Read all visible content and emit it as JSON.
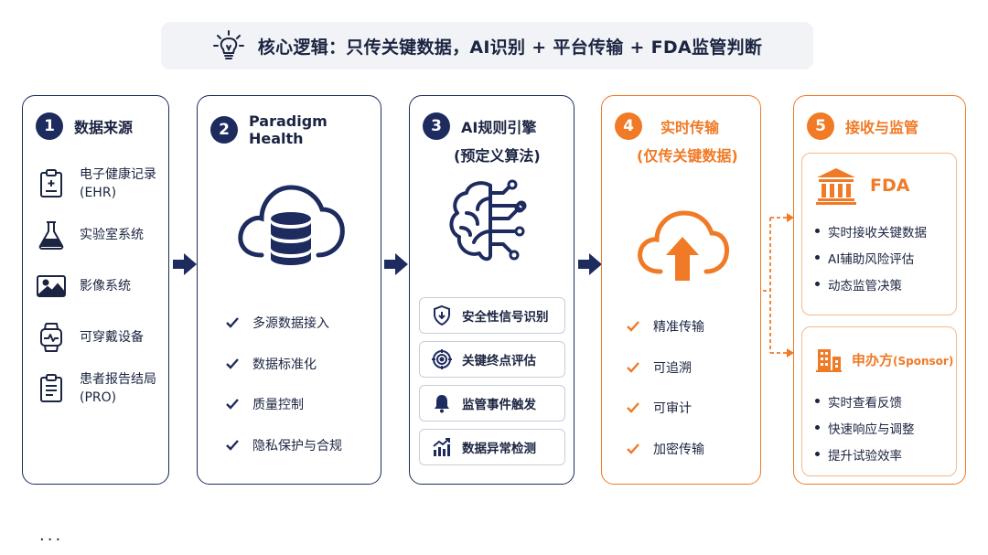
{
  "banner": {
    "text": "核心逻辑：只传关键数据，AI识别 + 平台传输 + FDA监管判断"
  },
  "columns": {
    "c1": {
      "num": "1",
      "title": "数据来源",
      "items": [
        {
          "icon": "clipboard-ehr-icon",
          "label": "电子健康记录\n(EHR)"
        },
        {
          "icon": "flask-icon",
          "label": "实验室系统"
        },
        {
          "icon": "image-icon",
          "label": "影像系统"
        },
        {
          "icon": "smartwatch-icon",
          "label": "可穿戴设备"
        },
        {
          "icon": "report-clipboard-icon",
          "label": "患者报告结局\n(PRO)"
        }
      ],
      "more": "···"
    },
    "c2": {
      "num": "2",
      "title": "Paradigm Health",
      "icon": "cloud-database-icon",
      "checks": [
        "多源数据接入",
        "数据标准化",
        "质量控制",
        "隐私保护与合规"
      ]
    },
    "c3": {
      "num": "3",
      "title_line1": "AI规则引擎",
      "title_line2": "(预定义算法)",
      "icon": "ai-brain-icon",
      "features": [
        {
          "icon": "shield-icon",
          "label": "安全性信号识别"
        },
        {
          "icon": "target-icon",
          "label": "关键终点评估"
        },
        {
          "icon": "bell-icon",
          "label": "监管事件触发"
        },
        {
          "icon": "chart-trend-icon",
          "label": "数据异常检测"
        }
      ]
    },
    "c4": {
      "num": "4",
      "title_line1": "实时传输",
      "title_line2": "(仅传关键数据)",
      "icon": "cloud-upload-icon",
      "checks": [
        "精准传输",
        "可追溯",
        "可审计",
        "加密传输"
      ]
    },
    "c5": {
      "num": "5",
      "title": "接收与监管",
      "fda": {
        "icon": "government-building-icon",
        "title": "FDA",
        "bullets": [
          "实时接收关键数据",
          "AI辅助风险评估",
          "动态监管决策"
        ]
      },
      "sponsor": {
        "icon": "office-building-icon",
        "title": "申办方",
        "title_paren": "(Sponsor)",
        "bullets": [
          "实时查看反馈",
          "快速响应与调整",
          "提升试验效率"
        ]
      }
    }
  },
  "colors": {
    "navy": "#1e2b5e",
    "orange": "#f07a26",
    "light_orange": "#f5b98a",
    "banner_bg": "#f1f3f6"
  }
}
